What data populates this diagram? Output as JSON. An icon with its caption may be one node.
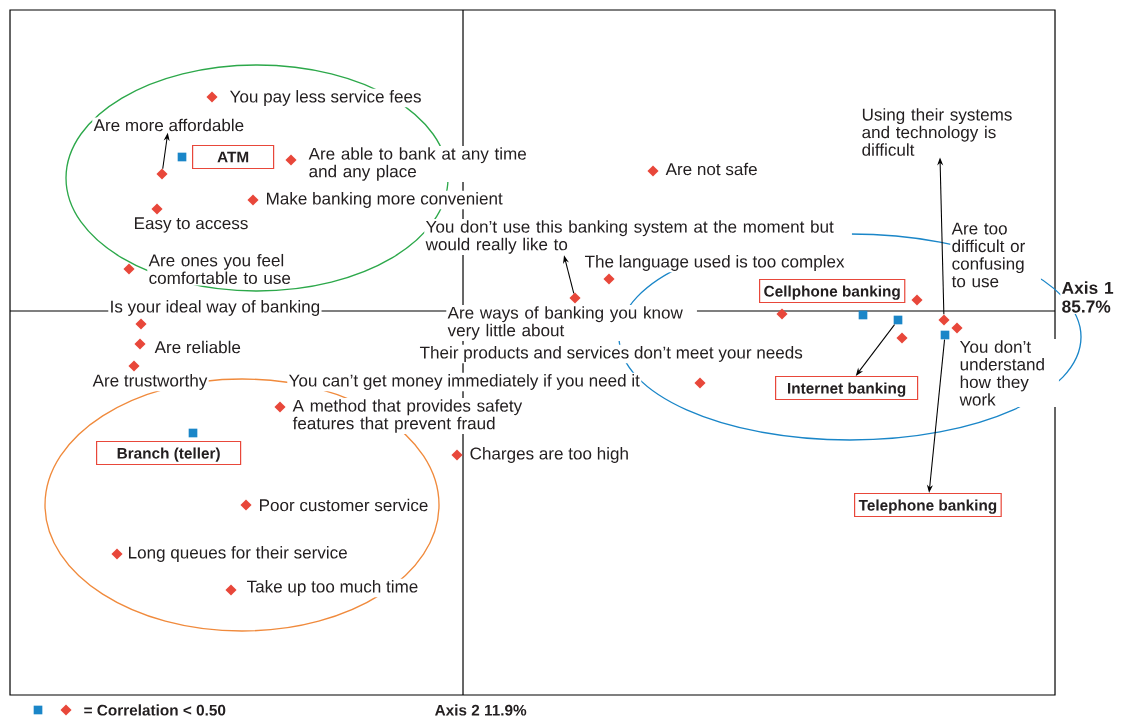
{
  "diagram": {
    "nodes": [
      {
        "text": [
          "You pay less service fees"
        ]
      },
      {
        "text": [
          "Are more affordable"
        ]
      },
      {
        "text": [
          "ATM"
        ]
      },
      {
        "text": [
          "Are able to bank at any time and any place"
        ]
      },
      {
        "text": [
          "Make banking more convenient"
        ]
      },
      {
        "text": [],
        "shape": "diamond"
      },
      {
        "text": [
          "Easy to access"
        ]
      },
      {
        "text": [
          "Are ones you feel comfortable to use"
        ]
      },
      {
        "text": [
          "Are not safe"
        ]
      },
      {
        "text": [
          "Using their systems and technology is difficult"
        ]
      },
      {
        "text": [
          "You don’t use this banking system at the moment but would really like to"
        ]
      },
      {
        "text": [
          "Are too difficult or confusing to use"
        ]
      },
      {
        "text": [
          "The language used is too complex"
        ]
      },
      {
        "text": [
          "Cellphone banking"
        ]
      },
      {
        "text": [],
        "shape": "diamond"
      },
      {
        "text": [
          "Is your ideal way of banking"
        ]
      },
      {
        "text": [
          "Are ways of banking you know very little about"
        ]
      },
      {
        "text": [],
        "shape": "diamond"
      },
      {
        "text": [],
        "shape": "box"
      },
      {
        "text": [
          "Are reliable"
        ]
      },
      {
        "text": [
          "Their products and services don’t meet your needs"
        ]
      },
      {
        "text": [],
        "shape": "box"
      },
      {
        "text": [
          "You don’t understand how they work"
        ]
      },
      {
        "text": [
          "Are trustworthy"
        ]
      },
      {
        "text": [
          "You can’t get money immediately if you need it"
        ]
      },
      {
        "text": [
          "Internet banking"
        ]
      },
      {
        "text": [
          "A method that provides safety features that prevent fraud"
        ]
      },
      {
        "text": [
          "Branch (teller)"
        ]
      },
      {
        "text": [
          "Charges are too high"
        ]
      },
      {
        "text": [
          "Poor customer service"
        ]
      },
      {
        "text": [
          "Telephone banking"
        ]
      },
      {
        "text": [
          "Long queues for their service"
        ]
      },
      {
        "text": [
          "Take up too much time"
        ]
      }
    ],
    "edges": [
      {
        "from": 5,
        "to": 1,
        "arrow": "to"
      },
      {
        "from": 14,
        "to": 10,
        "arrow": "to"
      },
      {
        "from": 17,
        "to": 9,
        "arrow": "to"
      },
      {
        "from": 18,
        "to": 25,
        "arrow": "to"
      },
      {
        "from": 21,
        "to": 30,
        "arrow": "to"
      }
    ],
    "labels": [
      "Axis 1 85.7%",
      "Axis 2 11.9%"
    ],
    "legend": [
      {
        "text": "= Correlation < 0.50"
      }
    ]
  }
}
